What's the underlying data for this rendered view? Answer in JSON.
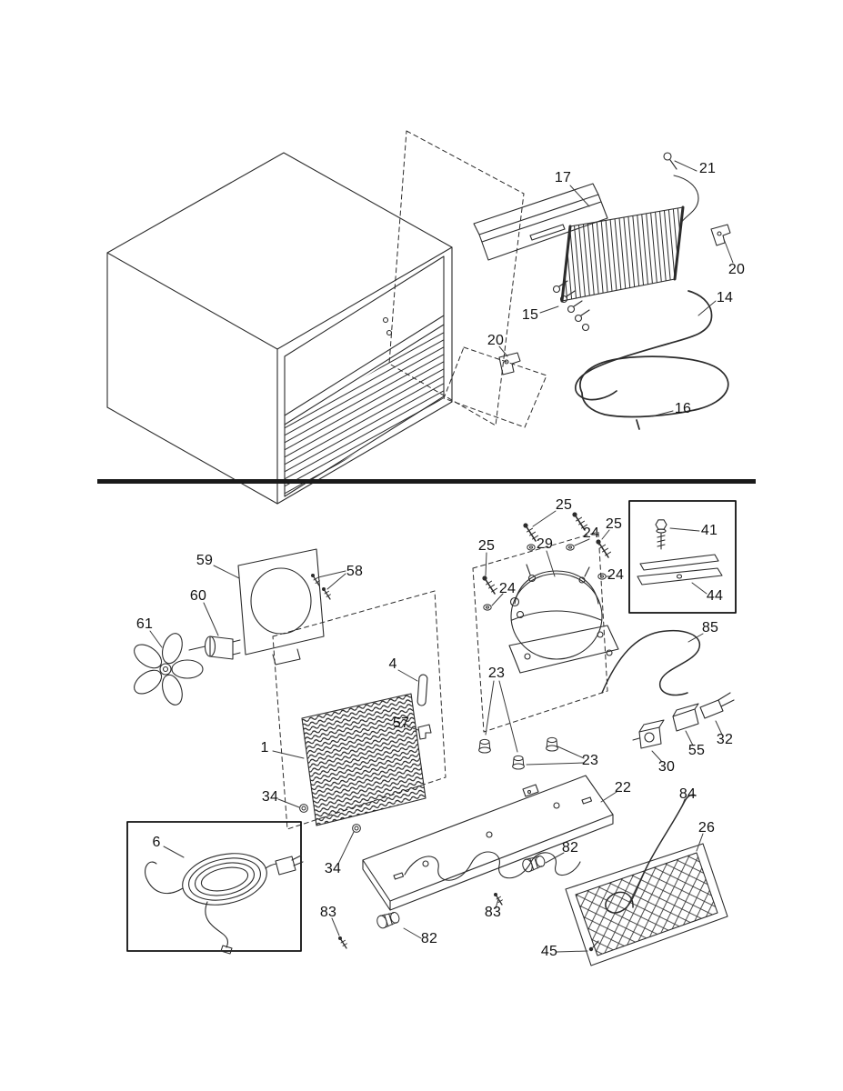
{
  "labels": [
    "17",
    "21",
    "20",
    "15",
    "14",
    "20",
    "16",
    "25",
    "24",
    "25",
    "25",
    "29",
    "24",
    "24",
    "41",
    "44",
    "59",
    "58",
    "60",
    "61",
    "85",
    "4",
    "23",
    "57",
    "1",
    "32",
    "55",
    "30",
    "23",
    "34",
    "22",
    "84",
    "26",
    "6",
    "34",
    "82",
    "83",
    "82",
    "83",
    "45"
  ],
  "colors": {
    "line": "#2b2b2b",
    "background": "#ffffff",
    "label_text": "#111111",
    "divider": "#1a1a1a",
    "callout_box_border": "#111111"
  }
}
